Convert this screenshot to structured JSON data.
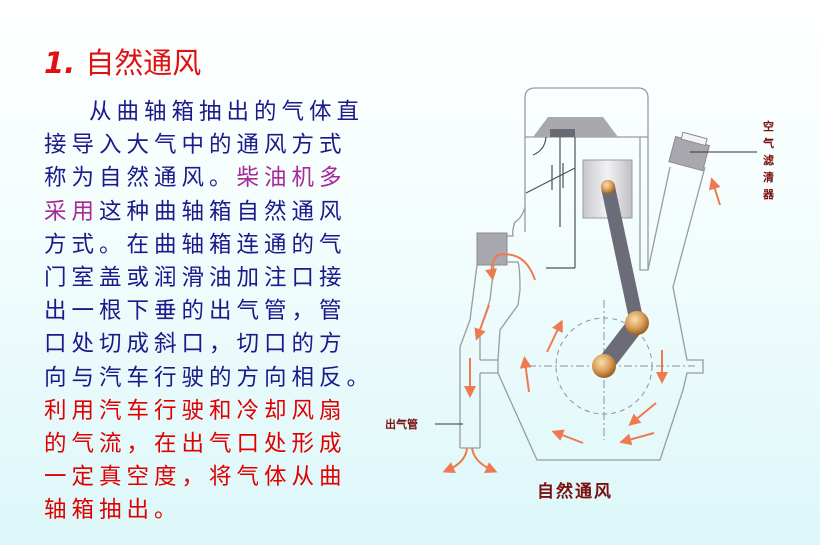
{
  "title": {
    "number": "1.",
    "text": "自然通风"
  },
  "body_lines": [
    [
      {
        "t": "从曲轴箱抽出的气体直",
        "c": "n"
      }
    ],
    [
      {
        "t": "接导入大气中的通风方式",
        "c": "n"
      }
    ],
    [
      {
        "t": "称为自然通风。",
        "c": "n"
      },
      {
        "t": "柴油机多",
        "c": "p"
      }
    ],
    [
      {
        "t": "采用",
        "c": "p"
      },
      {
        "t": "这种曲轴箱自然通风",
        "c": "n"
      }
    ],
    [
      {
        "t": "方式。在曲轴箱连通的气",
        "c": "n"
      }
    ],
    [
      {
        "t": "门室盖或润滑油加注口接",
        "c": "n"
      }
    ],
    [
      {
        "t": "出一根下垂的出气管，管",
        "c": "n"
      }
    ],
    [
      {
        "t": "口处切成斜口，切口的方",
        "c": "n"
      }
    ],
    [
      {
        "t": "向与汽车行驶的方向相反。",
        "c": "n"
      }
    ],
    [
      {
        "t": "利用汽车行驶和冷却风扇",
        "c": "r"
      }
    ],
    [
      {
        "t": "的气流，在出气口处形成",
        "c": "r"
      }
    ],
    [
      {
        "t": "一定真空度，将气体从曲",
        "c": "r"
      }
    ],
    [
      {
        "t": "轴箱抽出。",
        "c": "r"
      }
    ]
  ],
  "diagram": {
    "label_air_filter": "空气滤清器",
    "label_outlet_pipe": "出气管",
    "caption": "自然通风"
  },
  "colors": {
    "title": "#e01010",
    "body": "#1a1a8a",
    "highlight_purple": "#a8289a",
    "highlight_red": "#e00000",
    "arrow": "#f07a50"
  }
}
